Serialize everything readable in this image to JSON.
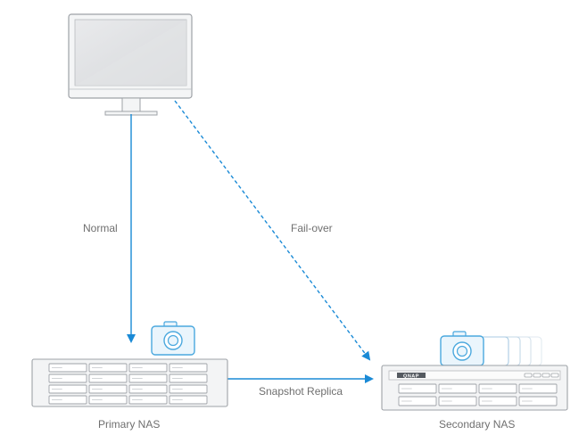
{
  "diagram": {
    "devices": {
      "client": {
        "name": "",
        "icon": "monitor-icon"
      },
      "primary": {
        "name": "Primary NAS",
        "icon": "rackmount-nas-icon"
      },
      "secondary": {
        "name": "Secondary NAS",
        "brand": "QNAP",
        "icon": "rackmount-nas-icon"
      }
    },
    "connections": {
      "normal": {
        "label": "Normal",
        "style": "solid",
        "color": "#1a8ad6"
      },
      "failover": {
        "label": "Fail-over",
        "style": "dashed",
        "color": "#1a8ad6"
      },
      "replica": {
        "label": "Snapshot Replica",
        "style": "solid",
        "color": "#1a8ad6"
      }
    },
    "icons": [
      "camera-icon",
      "snapshot-stack-icon"
    ]
  }
}
